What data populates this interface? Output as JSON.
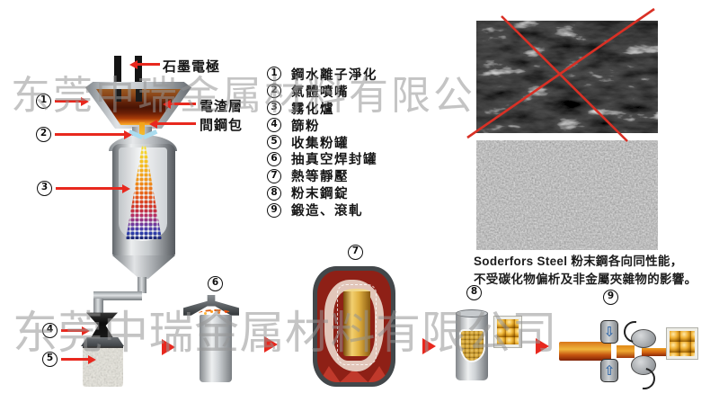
{
  "watermark": {
    "text": "东莞中瑞金属材料有限公司"
  },
  "furnace": {
    "labels": {
      "electrode": "石墨電極",
      "slag": "電渣層",
      "tundish": "間鋼包"
    }
  },
  "diagram_callouts": {
    "n1": "1",
    "n2": "2",
    "n3": "3",
    "n4": "4",
    "n5": "5",
    "n6": "6",
    "n7": "7",
    "n8": "8",
    "n9": "9"
  },
  "legend": {
    "items": [
      {
        "num": "1",
        "label": "鋼水離子淨化"
      },
      {
        "num": "2",
        "label": "氣體噴嘴"
      },
      {
        "num": "3",
        "label": "霧化爐"
      },
      {
        "num": "4",
        "label": "篩粉"
      },
      {
        "num": "5",
        "label": "收集粉罐"
      },
      {
        "num": "6",
        "label": "抽真空焊封罐"
      },
      {
        "num": "7",
        "label": "熱等靜壓"
      },
      {
        "num": "8",
        "label": "粉末鋼錠"
      },
      {
        "num": "9",
        "label": "鍛造、滾軋"
      }
    ]
  },
  "caption": {
    "line1": "Soderfors Steel 粉末鋼各向同性能，",
    "line2": "不受碳化物偏析及非金屬夾雜物的影響。"
  },
  "colors": {
    "arrow_red": "#e8281e",
    "cross_red": "#d93025",
    "watermark_gray": "#949494"
  }
}
